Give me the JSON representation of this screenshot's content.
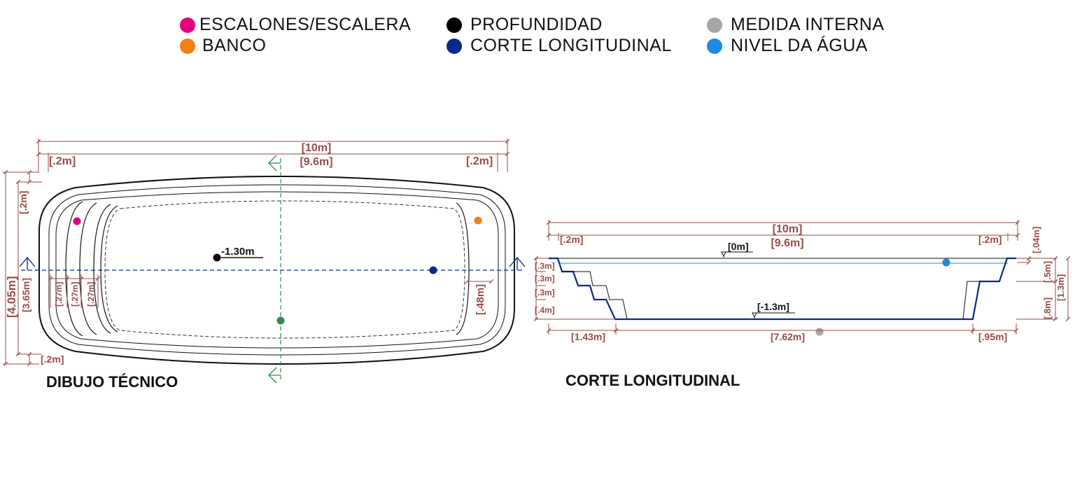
{
  "legend": [
    {
      "label": "ESCALONES/ESCALERA",
      "color": "#e6007e"
    },
    {
      "label": "BANCO",
      "color": "#f57f17"
    },
    {
      "label": "PROFUNDIDAD",
      "color": "#000000"
    },
    {
      "label": "CORTE LONGITUDINAL",
      "color": "#0a2a8a"
    },
    {
      "label": "MEDIDA INTERNA",
      "color": "#a6a6a6"
    },
    {
      "label": "NIVEL DA ÁGUA",
      "color": "#1e88e5"
    }
  ],
  "colors": {
    "dimension": "#9a4a4a",
    "cut_line": "#0a2a8a",
    "cross_cut": "#2e8b57",
    "outline": "#111111"
  },
  "plan": {
    "title": "DIBUJO TÉCNICO",
    "total_length": "[10m]",
    "inner_length": "[9.6m]",
    "edge_left": "[.2m]",
    "edge_right": "[.2m]",
    "edge_top": "[.2m]",
    "edge_bottom": "[.2m]",
    "total_width": "[4.05m]",
    "inner_width": "[3.65m]",
    "step_1": "[.27m]",
    "step_2": "[.27m]",
    "step_3": "[.27m]",
    "bench": "[.48m]",
    "depth": "-1.30m"
  },
  "section": {
    "title": "CORTE LONGITUDINAL",
    "total_length": "[10m]",
    "inner_length": "[9.6m]",
    "edge_left": "[.2m]",
    "edge_right": "[.2m]",
    "coping": "[.04m]",
    "level_top": "[0m]",
    "level_bottom": "[-1.3m]",
    "step_h1": "[.3m]",
    "step_h2": "[.3m]",
    "step_h3": "[.3m]",
    "step_h4": "[.4m]",
    "right_h1": "[.5m]",
    "right_h2": "[.8m]",
    "right_total": "[1.3m]",
    "len_left": "[1.43m]",
    "len_mid": "[7.62m]",
    "len_right": "[.95m]"
  }
}
